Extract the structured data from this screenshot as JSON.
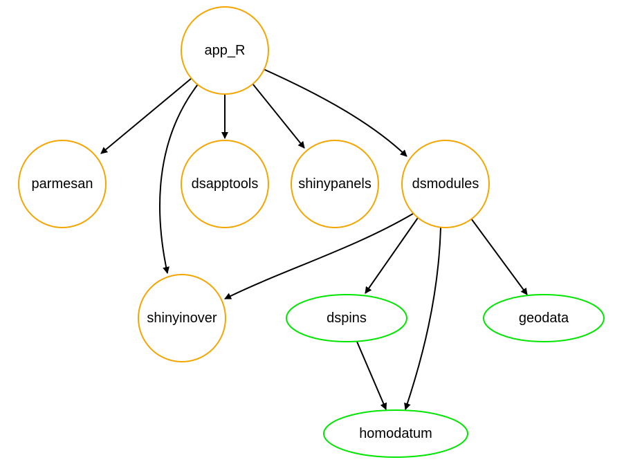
{
  "colors": {
    "circle_node": "#f5a500",
    "ellipse_node": "#00e600",
    "edge": "#000000"
  },
  "nodes": [
    {
      "id": "app_R",
      "label": "app_R",
      "shape": "circle"
    },
    {
      "id": "parmesan",
      "label": "parmesan",
      "shape": "circle"
    },
    {
      "id": "dsapptools",
      "label": "dsapptools",
      "shape": "circle"
    },
    {
      "id": "shinypanels",
      "label": "shinypanels",
      "shape": "circle"
    },
    {
      "id": "dsmodules",
      "label": "dsmodules",
      "shape": "circle"
    },
    {
      "id": "shinyinover",
      "label": "shinyinover",
      "shape": "circle"
    },
    {
      "id": "dspins",
      "label": "dspins",
      "shape": "ellipse"
    },
    {
      "id": "geodata",
      "label": "geodata",
      "shape": "ellipse"
    },
    {
      "id": "homodatum",
      "label": "homodatum",
      "shape": "ellipse"
    }
  ],
  "edges": [
    {
      "from": "app_R",
      "to": "parmesan"
    },
    {
      "from": "app_R",
      "to": "dsapptools"
    },
    {
      "from": "app_R",
      "to": "shinypanels"
    },
    {
      "from": "app_R",
      "to": "dsmodules"
    },
    {
      "from": "app_R",
      "to": "shinyinover"
    },
    {
      "from": "dsmodules",
      "to": "shinyinover"
    },
    {
      "from": "dsmodules",
      "to": "dspins"
    },
    {
      "from": "dsmodules",
      "to": "geodata"
    },
    {
      "from": "dsmodules",
      "to": "homodatum"
    },
    {
      "from": "dspins",
      "to": "homodatum"
    }
  ]
}
